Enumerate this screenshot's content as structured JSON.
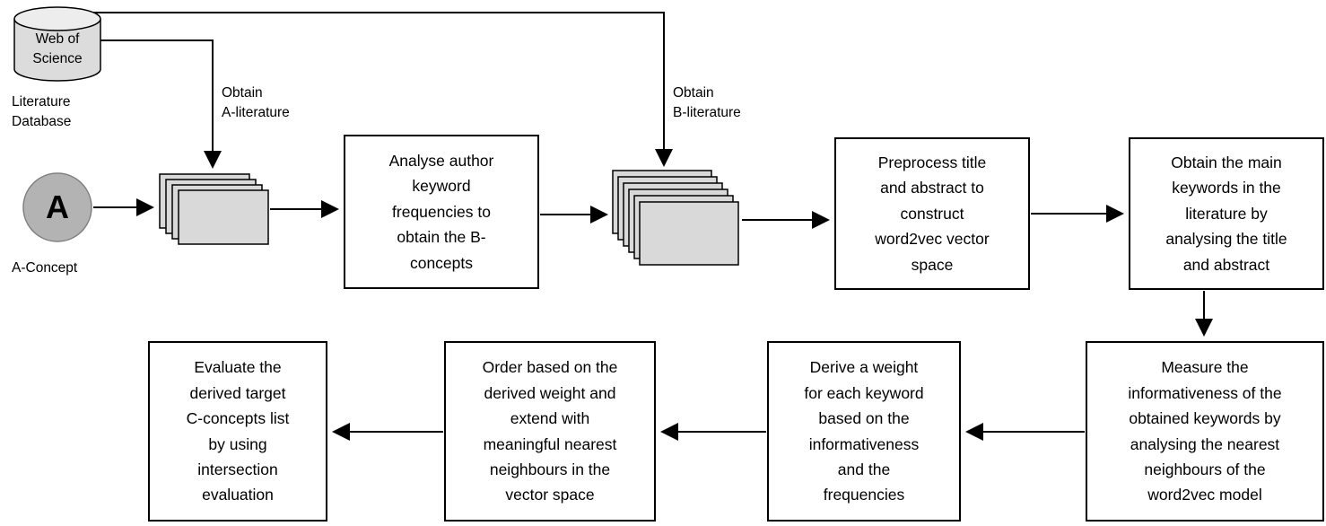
{
  "diagram": {
    "title_hint": "Literature-based discovery workflow",
    "database": {
      "label": "Web of\nScience",
      "caption": "Literature\nDatabase"
    },
    "concept": {
      "letter": "A",
      "caption": "A-Concept"
    },
    "connector_labels": {
      "obtain_a": {
        "text": "Obtain\nA-literature"
      },
      "obtain_b": {
        "text": "Obtain\nB-literature"
      }
    },
    "boxes": {
      "analyse": {
        "text": "Analyse author\nkeyword\nfrequencies to\nobtain the B-\nconcepts"
      },
      "preprocess": {
        "text": "Preprocess title\nand abstract to\nconstruct\nword2vec vector\nspace"
      },
      "keywords": {
        "text": "Obtain the main\nkeywords in the\nliterature by\nanalysing the title\nand abstract"
      },
      "measure": {
        "text": "Measure the\ninformativeness of the\nobtained keywords by\nanalysing the nearest\nneighbours  of the\nword2vec model"
      },
      "derive": {
        "text": "Derive a weight\nfor each keyword\nbased on the\ninformativeness\nand the\nfrequencies"
      },
      "order": {
        "text": "Order based on the\nderived weight and\nextend with\nmeaningful nearest\nneighbours in the\nvector space"
      },
      "evaluate": {
        "text": "Evaluate the\nderived target\nC-concepts list\nby using\nintersection\nevaluation"
      }
    },
    "icons": {
      "database": "cylinder-shape",
      "a_concept": "gray-circle",
      "a_literature": "document-stack",
      "b_literature": "document-stack"
    },
    "colors": {
      "stack_fill": "#d9d9d9",
      "circle_fill": "#b3b3b3",
      "cylinder_body_fill": "#dcdcdc",
      "cylinder_top_fill": "#ededed",
      "line_color": "#000000",
      "box_fill": "#ffffff"
    }
  }
}
